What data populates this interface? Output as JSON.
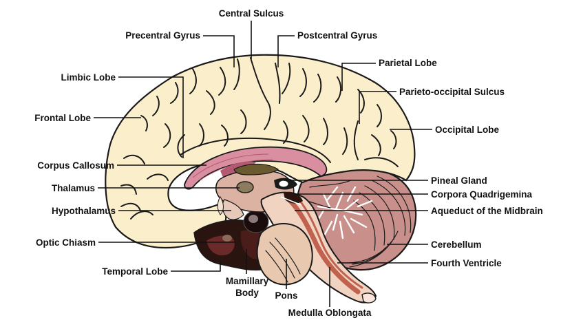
{
  "labels": {
    "central_sulcus": "Central Sulcus",
    "precentral_gyrus": "Precentral Gyrus",
    "postcentral_gyrus": "Postcentral Gyrus",
    "limbic_lobe": "Limbic Lobe",
    "parietal_lobe": "Parietal Lobe",
    "parieto_occipital_sulcus": "Parieto-occipital Sulcus",
    "frontal_lobe": "Frontal Lobe",
    "occipital_lobe": "Occipital Lobe",
    "corpus_callosum": "Corpus Callosum",
    "pineal_gland": "Pineal Gland",
    "thalamus": "Thalamus",
    "corpora_quadrigemina": "Corpora Quadrigemina",
    "hypothalamus": "Hypothalamus",
    "aqueduct": "Aqueduct of the Midbrain",
    "optic_chiasm": "Optic Chiasm",
    "cerebellum": "Cerebellum",
    "temporal_lobe": "Temporal Lobe",
    "fourth_ventricle": "Fourth Ventricle",
    "mamillary_line1": "Mamillary",
    "mamillary_line2": "Body",
    "pons": "Pons",
    "medulla": "Medulla Oblongata"
  },
  "colors": {
    "cortex": "#fbeecb",
    "corpus_callosum": "#d98fa0",
    "corpus_callosum_dark": "#b35a72",
    "thalamus": "#dcb3a3",
    "brainstem": "#f1d3c2",
    "brainstem_dark": "#c0624e",
    "cerebellum": "#c98f8a",
    "cerebellum_dark": "#6b2a2a",
    "inferior_dark": "#2a1410",
    "outline": "#1a1a1a"
  }
}
